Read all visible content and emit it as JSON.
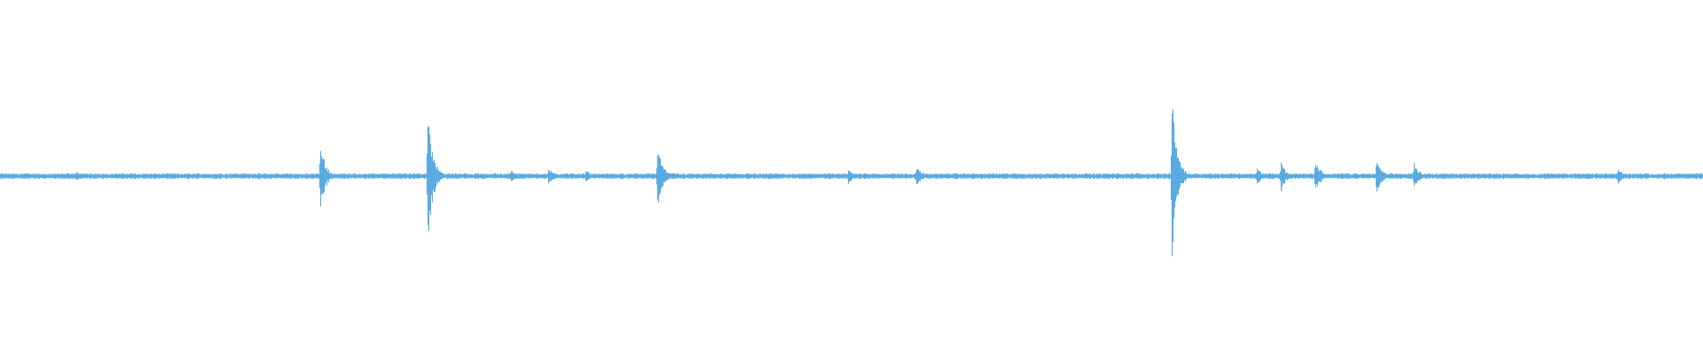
{
  "waveform": {
    "color": "#5aabe2",
    "background": "#ffffff",
    "baseline_amplitude": 0.018,
    "bursts": [
      {
        "position": 0.045,
        "peak": 0.04
      },
      {
        "position": 0.188,
        "peak": 0.22
      },
      {
        "position": 0.251,
        "peak": 0.48
      },
      {
        "position": 0.3,
        "peak": 0.04
      },
      {
        "position": 0.322,
        "peak": 0.06
      },
      {
        "position": 0.344,
        "peak": 0.04
      },
      {
        "position": 0.386,
        "peak": 0.2
      },
      {
        "position": 0.498,
        "peak": 0.06
      },
      {
        "position": 0.538,
        "peak": 0.07
      },
      {
        "position": 0.688,
        "peak": 0.53
      },
      {
        "position": 0.738,
        "peak": 0.06
      },
      {
        "position": 0.752,
        "peak": 0.1
      },
      {
        "position": 0.772,
        "peak": 0.12
      },
      {
        "position": 0.808,
        "peak": 0.14
      },
      {
        "position": 0.83,
        "peak": 0.1
      },
      {
        "position": 0.95,
        "peak": 0.06
      }
    ]
  }
}
